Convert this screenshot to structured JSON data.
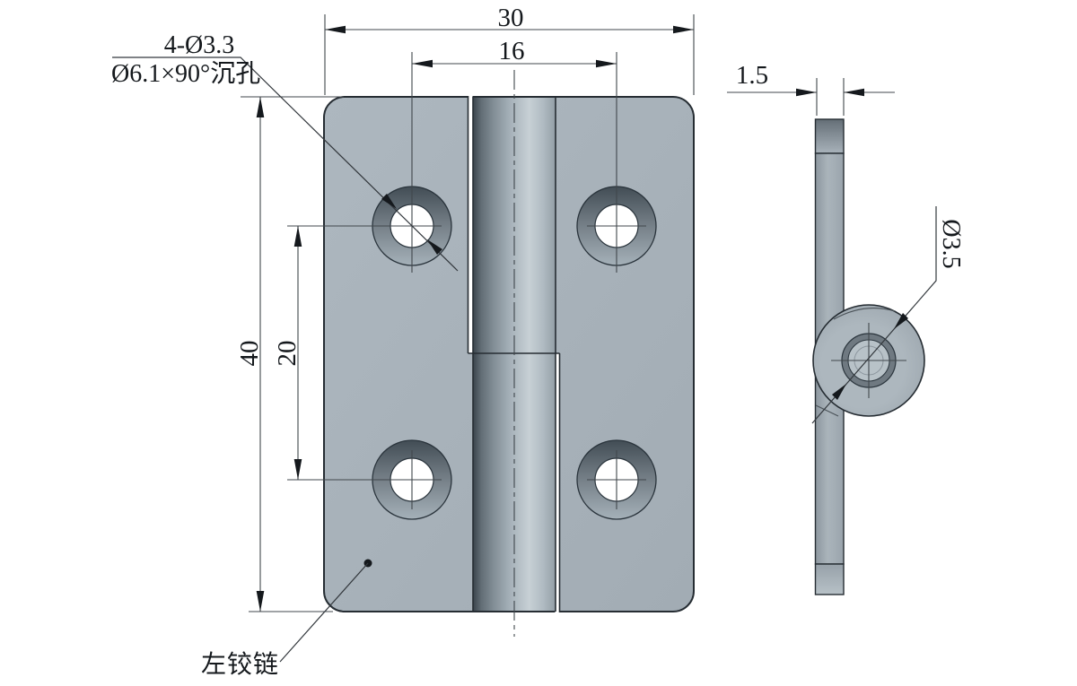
{
  "drawing": {
    "part_label": "左铰链",
    "callout": {
      "line1": "4-Ø3.3",
      "line2": "Ø6.1×90°沉孔"
    },
    "pin_hole_diameter": "Ø3.5",
    "dims": {
      "overall_width": "30",
      "hole_spacing_h": "16",
      "overall_height": "40",
      "hole_spacing_v": "20",
      "thickness": "1.5"
    },
    "colors": {
      "plate": "#a7b1b9",
      "outline": "#262d33",
      "thin_line": "#41474c",
      "background": "#ffffff"
    }
  }
}
